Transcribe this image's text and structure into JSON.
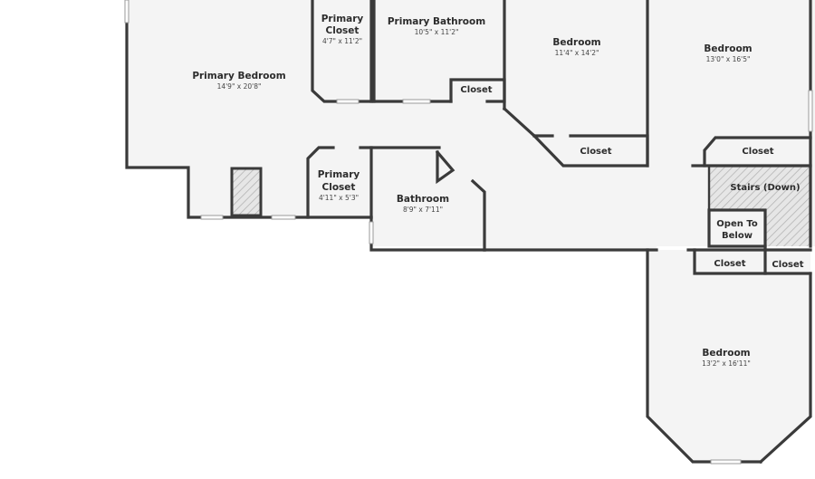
{
  "rooms": {
    "primary_bedroom": {
      "name": "Primary Bedroom",
      "dim": "14'9\" x 20'8\""
    },
    "primary_closet_1": {
      "name_1": "Primary",
      "name_2": "Closet",
      "dim": "4'7\" x 11'2\""
    },
    "primary_bathroom": {
      "name": "Primary Bathroom",
      "dim": "10'5\" x 11'2\""
    },
    "closet_hall": {
      "name": "Closet"
    },
    "bedroom_1": {
      "name": "Bedroom",
      "dim": "11'4\" x 14'2\""
    },
    "closet_b1": {
      "name": "Closet"
    },
    "bedroom_2": {
      "name": "Bedroom",
      "dim": "13'0\" x 16'5\""
    },
    "closet_b2": {
      "name": "Closet"
    },
    "primary_closet_2": {
      "name_1": "Primary",
      "name_2": "Closet",
      "dim": "4'11\" x 5'3\""
    },
    "bathroom": {
      "name": "Bathroom",
      "dim": "8'9\" x 7'11\""
    },
    "stairs": {
      "name": "Stairs (Down)"
    },
    "open_to_below": {
      "name_1": "Open To",
      "name_2": "Below"
    },
    "closet_b3a": {
      "name": "Closet"
    },
    "closet_b3b": {
      "name": "Closet"
    },
    "bedroom_3": {
      "name": "Bedroom",
      "dim": "13'2\" x 16'11\""
    }
  },
  "colors": {
    "wall": "#3a3a3a",
    "floor": "#f4f4f4",
    "hatch": "#bdbdbd"
  }
}
